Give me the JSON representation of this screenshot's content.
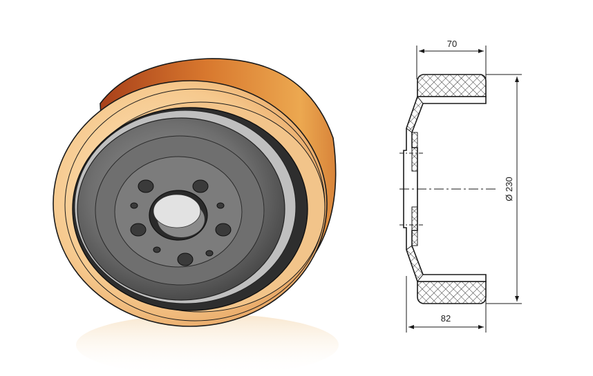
{
  "drawing": {
    "width_top": "70",
    "width_bottom": "82",
    "diameter": "Ø 230"
  },
  "colors": {
    "tread_light": "#f8d8a8",
    "tread_dark": "#c85a1e",
    "tread_mid": "#e89640",
    "hub": "#707070",
    "hub_dark": "#404040",
    "line": "#1a1a1a"
  }
}
